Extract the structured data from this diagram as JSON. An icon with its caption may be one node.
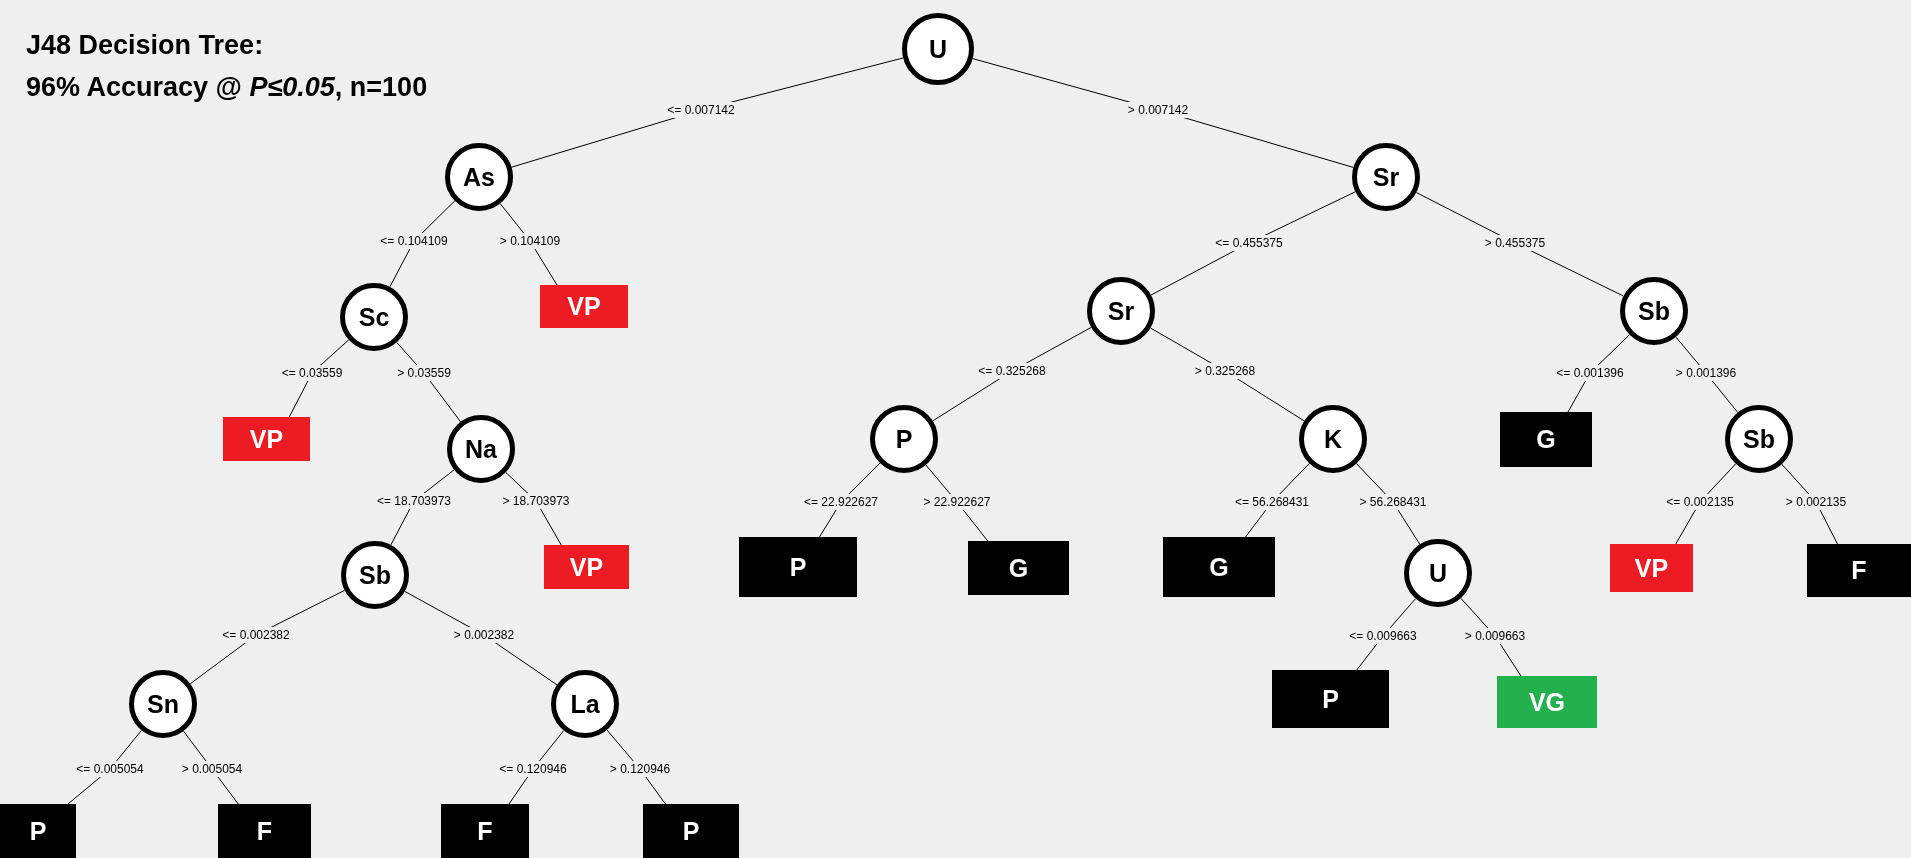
{
  "diagram": {
    "title": "J48 Decision Tree:",
    "nodes": [
      {
        "text": [
          "U"
        ]
      },
      {
        "text": [
          "As"
        ]
      },
      {
        "text": [
          "Sr"
        ]
      },
      {
        "text": [
          "Sc"
        ]
      },
      {
        "text": [
          "VP"
        ]
      },
      {
        "text": [
          "VP"
        ]
      },
      {
        "text": [
          "Na"
        ]
      },
      {
        "text": [
          "Sb"
        ]
      },
      {
        "text": [
          "VP"
        ]
      },
      {
        "text": [
          "Sn"
        ]
      },
      {
        "text": [
          "La"
        ]
      },
      {
        "text": [
          "P"
        ]
      },
      {
        "text": [
          "F"
        ]
      },
      {
        "text": [
          "F"
        ]
      },
      {
        "text": [
          "P"
        ]
      },
      {
        "text": [
          "Sr"
        ]
      },
      {
        "text": [
          "Sb"
        ]
      },
      {
        "text": [
          "P"
        ]
      },
      {
        "text": [
          "K"
        ]
      },
      {
        "text": [
          "G"
        ]
      },
      {
        "text": [
          "Sb"
        ]
      },
      {
        "text": [
          "P"
        ]
      },
      {
        "text": [
          "G"
        ]
      },
      {
        "text": [
          "G"
        ]
      },
      {
        "text": [
          "U"
        ]
      },
      {
        "text": [
          "VP"
        ]
      },
      {
        "text": [
          "F"
        ]
      },
      {
        "text": [
          "P"
        ]
      },
      {
        "text": [
          "VG"
        ]
      }
    ],
    "edges": [
      {
        "from": 0,
        "to": 1,
        "arrow": "none",
        "label": "<= 0.007142"
      },
      {
        "from": 0,
        "to": 2,
        "arrow": "none",
        "label": "> 0.007142"
      },
      {
        "from": 1,
        "to": 3,
        "arrow": "none",
        "label": "<= 0.104109"
      },
      {
        "from": 1,
        "to": 4,
        "arrow": "none",
        "label": "> 0.104109"
      },
      {
        "from": 3,
        "to": 5,
        "arrow": "none",
        "label": "<= 0.03559"
      },
      {
        "from": 3,
        "to": 6,
        "arrow": "none",
        "label": "> 0.03559"
      },
      {
        "from": 6,
        "to": 7,
        "arrow": "none",
        "label": "<= 18.703973"
      },
      {
        "from": 6,
        "to": 8,
        "arrow": "none",
        "label": "> 18.703973"
      },
      {
        "from": 7,
        "to": 9,
        "arrow": "none",
        "label": "<= 0.002382"
      },
      {
        "from": 7,
        "to": 10,
        "arrow": "none",
        "label": "> 0.002382"
      },
      {
        "from": 9,
        "to": 11,
        "arrow": "none",
        "label": "<= 0.005054"
      },
      {
        "from": 9,
        "to": 12,
        "arrow": "none",
        "label": "> 0.005054"
      },
      {
        "from": 10,
        "to": 13,
        "arrow": "none",
        "label": "<= 0.120946"
      },
      {
        "from": 10,
        "to": 14,
        "arrow": "none",
        "label": "> 0.120946"
      },
      {
        "from": 2,
        "to": 15,
        "arrow": "none",
        "label": "<= 0.455375"
      },
      {
        "from": 2,
        "to": 16,
        "arrow": "none",
        "label": "> 0.455375"
      },
      {
        "from": 15,
        "to": 17,
        "arrow": "none",
        "label": "<= 0.325268"
      },
      {
        "from": 15,
        "to": 18,
        "arrow": "none",
        "label": "> 0.325268"
      },
      {
        "from": 17,
        "to": 21,
        "arrow": "none",
        "label": "<= 22.922627"
      },
      {
        "from": 17,
        "to": 22,
        "arrow": "none",
        "label": "> 22.922627"
      },
      {
        "from": 18,
        "to": 23,
        "arrow": "none",
        "label": "<= 56.268431"
      },
      {
        "from": 18,
        "to": 24,
        "arrow": "none",
        "label": "> 56.268431"
      },
      {
        "from": 16,
        "to": 19,
        "arrow": "none",
        "label": "<= 0.001396"
      },
      {
        "from": 16,
        "to": 20,
        "arrow": "none",
        "label": "> 0.001396"
      },
      {
        "from": 20,
        "to": 25,
        "arrow": "none",
        "label": "<= 0.002135"
      },
      {
        "from": 20,
        "to": 26,
        "arrow": "none",
        "label": "> 0.002135"
      },
      {
        "from": 24,
        "to": 27,
        "arrow": "none",
        "label": "<= 0.009663"
      },
      {
        "from": 24,
        "to": 28,
        "arrow": "none",
        "label": "> 0.009663"
      }
    ],
    "labels": [
      "96% Accuracy @ *P≤0.05*, n=100"
    ]
  }
}
